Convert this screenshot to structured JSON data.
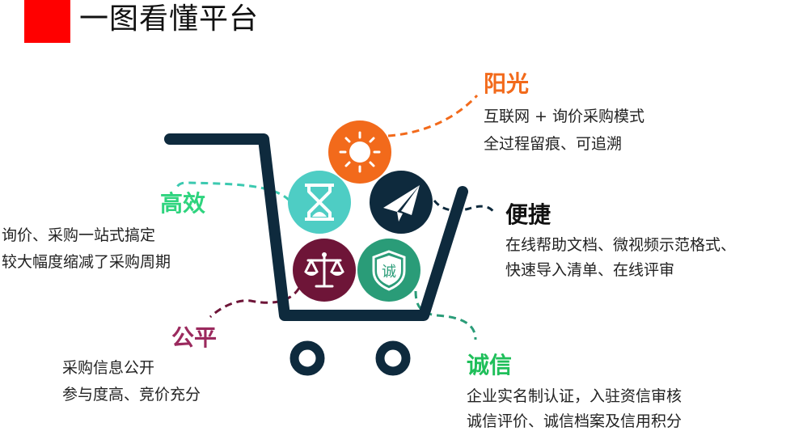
{
  "header": {
    "title": "一图看懂平台",
    "accent_color": "#ff0000"
  },
  "cart": {
    "color": "#0e2a3d"
  },
  "features": {
    "sunshine": {
      "title": "阳光",
      "color": "#f26a1b",
      "icon": "sun-icon",
      "lines": [
        "互联网 + 询价采购模式",
        "全过程留痕、可追溯"
      ]
    },
    "efficient": {
      "title": "高效",
      "color": "#2ed47e",
      "icon_color": "#4ecdc4",
      "icon": "hourglass-icon",
      "lines": [
        "询价、采购一站式搞定",
        "较大幅度缩减了采购周期"
      ]
    },
    "convenient": {
      "title": "便捷",
      "color": "#111111",
      "icon_color": "#0e2a3d",
      "icon": "paper-plane-icon",
      "lines": [
        "在线帮助文档、微视频示范格式、",
        "快速导入清单、在线评审"
      ]
    },
    "fair": {
      "title": "公平",
      "color": "#9b2a5e",
      "icon_color": "#6e1538",
      "icon": "scales-icon",
      "lines": [
        "采购信息公开",
        "参与度高、竞价充分"
      ]
    },
    "integrity": {
      "title": "诚信",
      "color": "#1fbf5a",
      "icon_color": "#2a9c78",
      "icon": "shield-icon",
      "icon_text": "诚",
      "lines": [
        "企业实名制认证，入驻资信审核",
        "诚信评价、诚信档案及信用积分"
      ]
    }
  }
}
